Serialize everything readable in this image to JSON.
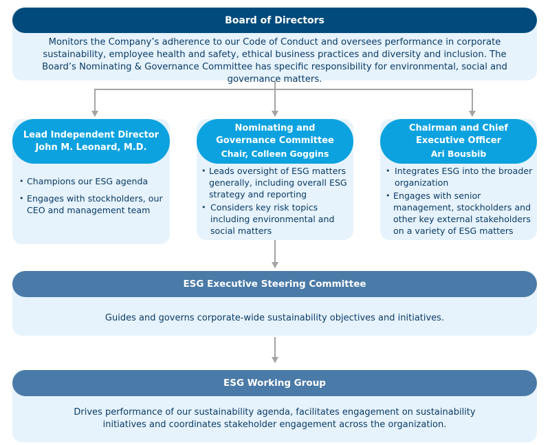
{
  "board": {
    "title": "Board of Directors",
    "description": "Monitors the Company’s adherence to our Code of Conduct and oversees performance in corporate sustainability, employee health and safety, ethical business practices and diversity and inclusion. The Board’s Nominating & Governance Committee has specific responsibility for environmental, social and governance matters."
  },
  "columns": [
    {
      "title_lines": [
        "Lead Independent Director",
        "John M. Leonard, M.D."
      ],
      "bullets": [
        "Champions our ESG agenda",
        "Engages with stockholders, our CEO and management team"
      ]
    },
    {
      "title_lines": [
        "Nominating and",
        "Governance Committee",
        "Chair, Colleen Goggins"
      ],
      "bullets": [
        "Leads oversight of ESG matters generally, including overall ESG strategy and reporting",
        "Considers key risk topics including environmental and social matters"
      ]
    },
    {
      "title_lines": [
        "Chairman and Chief",
        "Executive Officer",
        "Ari Bousbib"
      ],
      "bullets": [
        "Integrates ESG into the broader organization",
        "Engages with senior management, stockholders and other key external stakeholders on a variety of ESG matters"
      ]
    }
  ],
  "steering": {
    "title": "ESG Executive Steering Committee",
    "description": "Guides and governs corporate-wide sustainability objectives and initiatives."
  },
  "working_group": {
    "title": "ESG Working Group",
    "description_lines": [
      "Drives performance of our sustainability agenda, facilitates engagement on sustainability",
      "initiatives and coordinates stakeholder engagement across the organization."
    ]
  },
  "colors": {
    "board_header": "#004a7c",
    "column_header": "#0ca2df",
    "committee_header": "#4a7aa7",
    "box_fill": "#e6f3fc",
    "text": "#0b3a66",
    "connector": "#a3a3a3"
  }
}
